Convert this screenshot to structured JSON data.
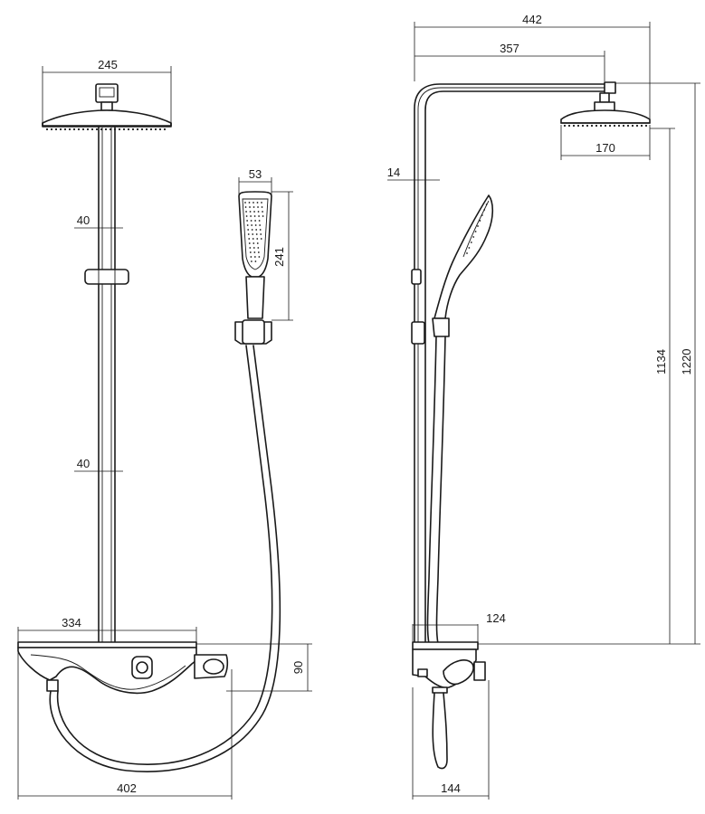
{
  "dimensions": {
    "front_head_width": "245",
    "front_bracket_upper": "40",
    "front_bracket_lower": "40",
    "shelf_width": "334",
    "mixer_width": "402",
    "mixer_height": "90",
    "hand_shower_width": "53",
    "hand_shower_length": "241",
    "side_total_projection": "442",
    "side_arm_projection": "357",
    "side_wall_offset": "14",
    "side_head_diameter": "170",
    "side_shelf_depth": "124",
    "side_mixer_depth": "144",
    "side_height_to_head": "1134",
    "side_total_height": "1220"
  }
}
